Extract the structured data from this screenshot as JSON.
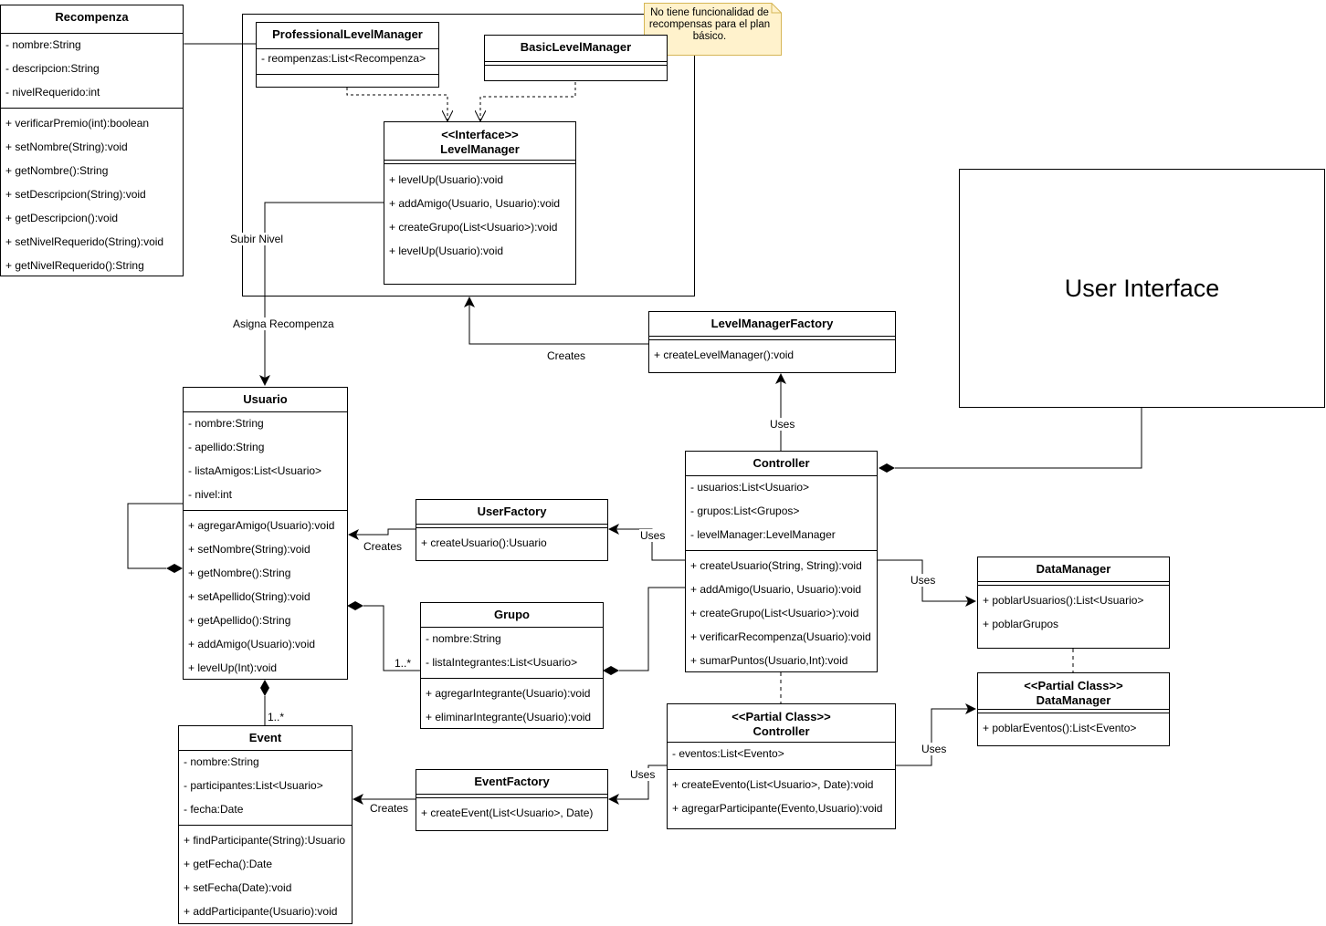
{
  "diagram": {
    "classes": {
      "recompenza": {
        "name": "Recompenza",
        "attributes": [
          "- nombre:String",
          "- descripcion:String",
          "- nivelRequerido:int"
        ],
        "methods": [
          "+ verificarPremio(int):boolean",
          "+ setNombre(String):void",
          "+ getNombre():String",
          "+ setDescripcion(String):void",
          "+ getDescripcion():void",
          "+ setNivelRequerido(String):void",
          "+ getNivelRequerido():String"
        ]
      },
      "professional": {
        "name": "ProfessionalLevelManager",
        "attributes": [
          "- reompenzas:List<Recompenza>"
        ],
        "methods": []
      },
      "basic": {
        "name": "BasicLevelManager",
        "attributes": [],
        "methods": []
      },
      "levelManager": {
        "stereotype": "<<Interface>>",
        "name": "LevelManager",
        "attributes": [],
        "methods": [
          "+ levelUp(Usuario):void",
          "+ addAmigo(Usuario, Usuario):void",
          "+ createGrupo(List<Usuario>):void",
          "+ levelUp(Usuario):void"
        ]
      },
      "levelManagerFactory": {
        "name": "LevelManagerFactory",
        "attributes": [],
        "methods": [
          "+ createLevelManager():void"
        ]
      },
      "usuario": {
        "name": "Usuario",
        "attributes": [
          "- nombre:String",
          "- apellido:String",
          "- listaAmigos:List<Usuario>",
          "- nivel:int"
        ],
        "methods": [
          "+ agregarAmigo(Usuario):void",
          "+ setNombre(String):void",
          "+ getNombre():String",
          "+ setApellido(String):void",
          "+ getApellido():String",
          "+ addAmigo(Usuario):void",
          "+ levelUp(Int):void"
        ]
      },
      "userFactory": {
        "name": "UserFactory",
        "attributes": [],
        "methods": [
          "+ createUsuario():Usuario"
        ]
      },
      "grupo": {
        "name": "Grupo",
        "attributes": [
          "- nombre:String",
          "- listaIntegrantes:List<Usuario>"
        ],
        "methods": [
          "+ agregarIntegrante(Usuario):void",
          "+ eliminarIntegrante(Usuario):void"
        ]
      },
      "controller": {
        "name": "Controller",
        "attributes": [
          "- usuarios:List<Usuario>",
          "- grupos:List<Grupos>",
          "- levelManager:LevelManager"
        ],
        "methods": [
          "+ createUsuario(String, String):void",
          "+ addAmigo(Usuario, Usuario):void",
          "+ createGrupo(List<Usuario>):void",
          "+ verificarRecompenza(Usuario):void",
          "+ sumarPuntos(Usuario,Int):void"
        ]
      },
      "dataManager": {
        "name": "DataManager",
        "attributes": [],
        "methods": [
          "+ poblarUsuarios():List<Usuario>",
          "+ poblarGrupos"
        ]
      },
      "partialDataManager": {
        "stereotype": "<<Partial Class>>",
        "name": "DataManager",
        "attributes": [],
        "methods": [
          "+ poblarEventos():List<Evento>"
        ]
      },
      "partialController": {
        "stereotype": "<<Partial Class>>",
        "name": "Controller",
        "attributes": [
          "- eventos:List<Evento>"
        ],
        "methods": [
          "+ createEvento(List<Usuario>, Date):void",
          "+ agregarParticipante(Evento,Usuario):void"
        ]
      },
      "event": {
        "name": "Event",
        "attributes": [
          "- nombre:String",
          "- participantes:List<Usuario>",
          "- fecha:Date"
        ],
        "methods": [
          "+ findParticipante(String):Usuario",
          "+ getFecha():Date",
          "+ setFecha(Date):void",
          "+ addParticipante(Usuario):void"
        ]
      },
      "eventFactory": {
        "name": "EventFactory",
        "attributes": [],
        "methods": [
          "+ createEvent(List<Usuario>, Date)"
        ]
      }
    },
    "note": "No tiene funcionalidad de recompensas para el plan básico.",
    "user_interface": "User Interface",
    "labels": {
      "subir_nivel": "Subir Nivel",
      "asigna_recompenza": "Asigna Recompenza",
      "creates_level": "Creates",
      "uses_factory": "Uses",
      "creates_user": "Creates",
      "uses_user": "Uses",
      "uses_data": "Uses",
      "mult_grupo": "1..*",
      "mult_event": "1..*",
      "uses_partial_data": "Uses",
      "uses_event": "Uses",
      "creates_event": "Creates"
    }
  }
}
